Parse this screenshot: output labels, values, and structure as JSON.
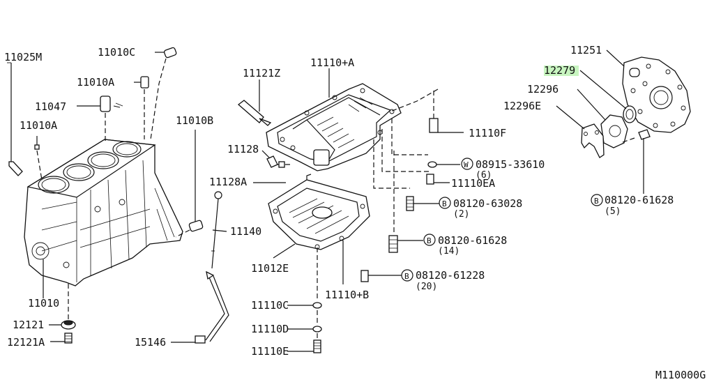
{
  "diagram": {
    "code": "M110000G",
    "highlight_color": "#c8f5c0",
    "labels": {
      "l11025M": "11025M",
      "l11010C": "11010C",
      "l11010A_top": "11010A",
      "l11047": "11047",
      "l11010A_left": "11010A",
      "l11010B": "11010B",
      "l11010": "11010",
      "l12121": "12121",
      "l12121A": "12121A",
      "l11121Z": "11121Z",
      "l11110A": "11110+A",
      "l11128": "11128",
      "l11128A": "11128A",
      "l11140": "11140",
      "l11012E": "11012E",
      "l11110B": "11110+B",
      "l15146": "15146",
      "l11110C": "11110C",
      "l11110D": "11110D",
      "l11110E": "11110E",
      "l11110F": "11110F",
      "l11110EA": "11110EA",
      "l11251": "11251",
      "l12279": "12279",
      "l12296": "12296",
      "l12296E": "12296E"
    },
    "fasteners": [
      {
        "prefix": "W",
        "number": "08915-33610",
        "qty": "(6)"
      },
      {
        "prefix": "B",
        "number": "08120-63028",
        "qty": "(2)"
      },
      {
        "prefix": "B",
        "number": "08120-61628",
        "qty": "(14)"
      },
      {
        "prefix": "B",
        "number": "08120-61228",
        "qty": "(20)"
      },
      {
        "prefix": "B",
        "number": "08120-61628",
        "qty": "(5)"
      }
    ]
  }
}
